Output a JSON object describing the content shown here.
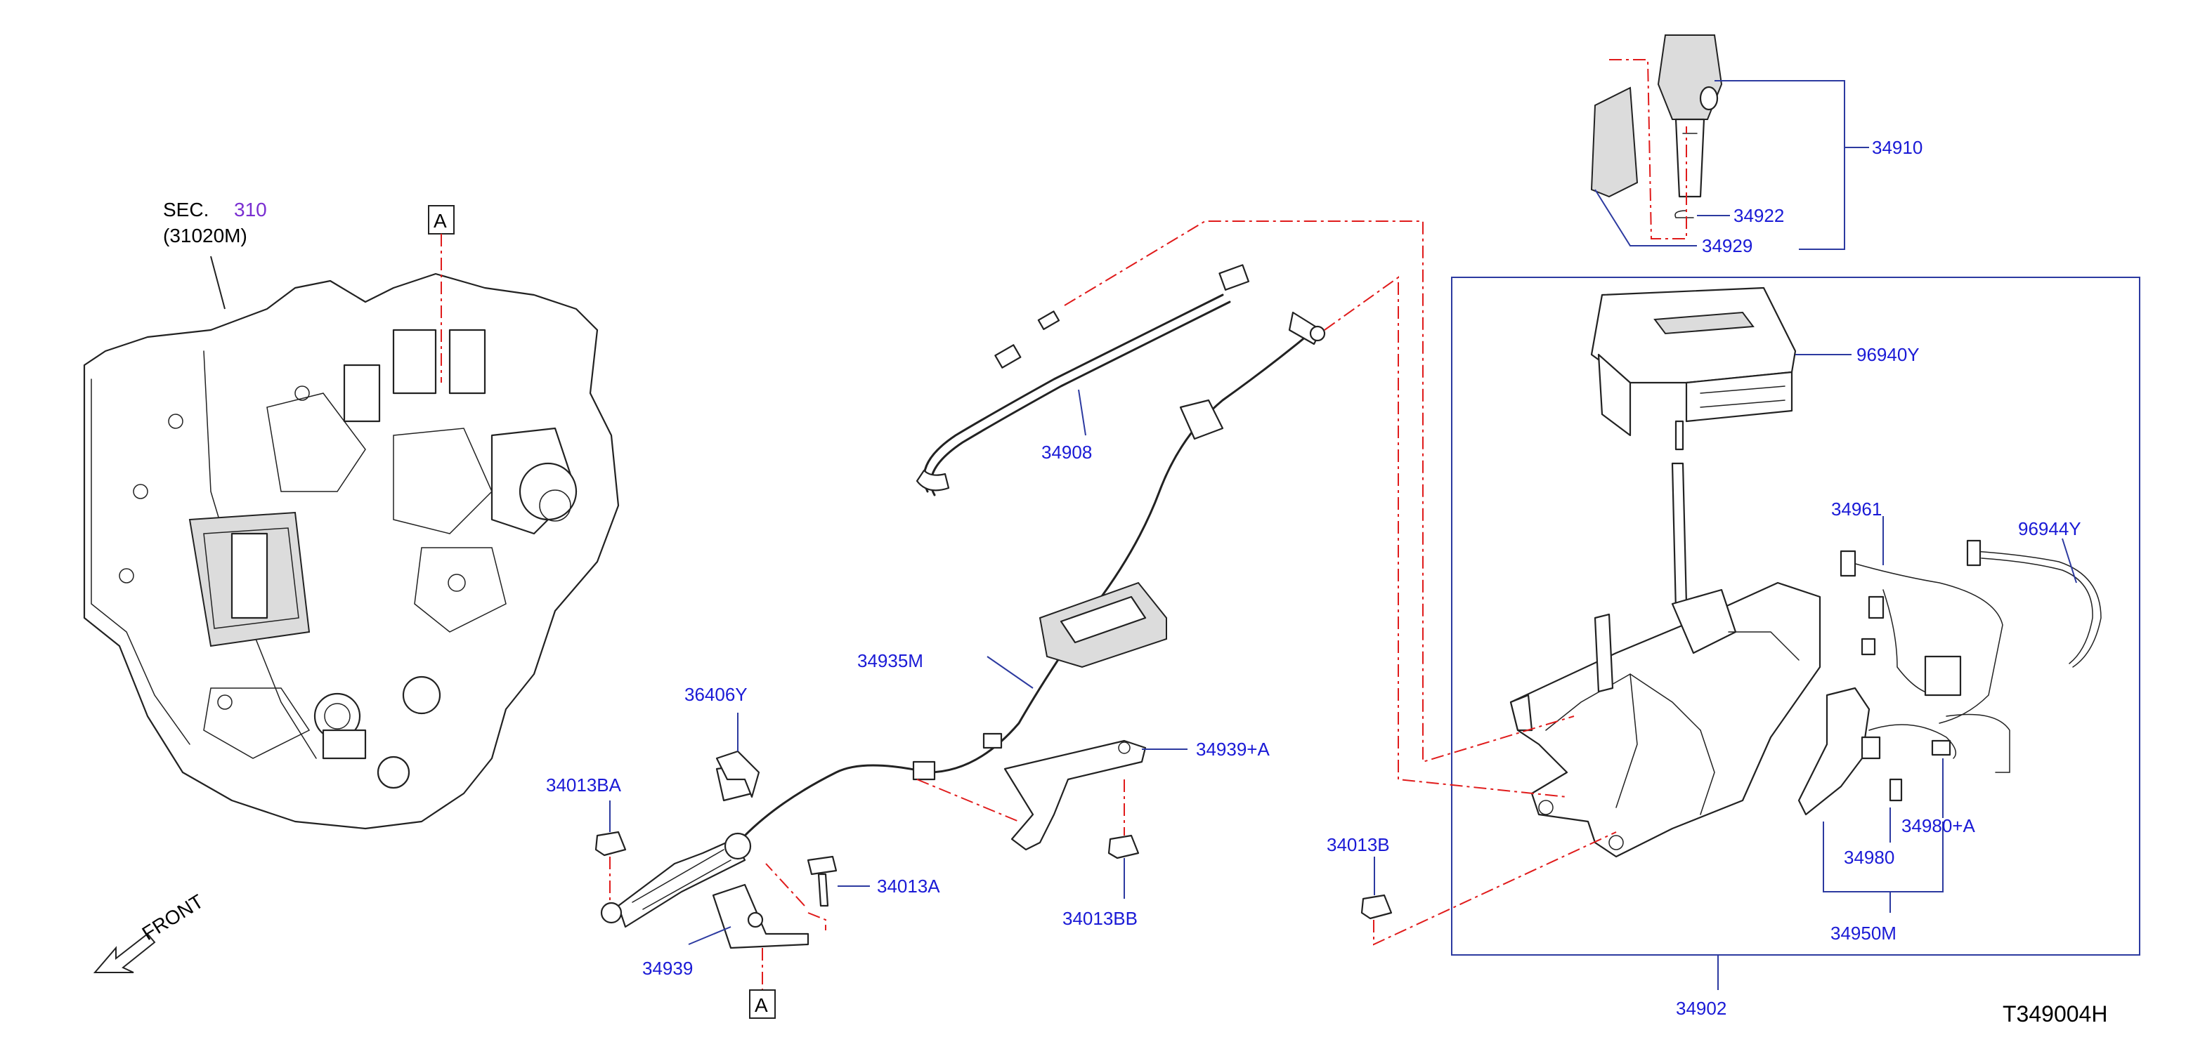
{
  "diagram": {
    "id": "T349004H",
    "section_ref": {
      "prefix": "SEC.",
      "number": "310",
      "code": "(31020M)"
    },
    "ref_mark": "A",
    "front_label": "FRONT",
    "parts": [
      {
        "no": "34910"
      },
      {
        "no": "34922"
      },
      {
        "no": "34929"
      },
      {
        "no": "96940Y"
      },
      {
        "no": "34908"
      },
      {
        "no": "34961"
      },
      {
        "no": "96944Y"
      },
      {
        "no": "34935M"
      },
      {
        "no": "36406Y"
      },
      {
        "no": "34939+A"
      },
      {
        "no": "34013BA"
      },
      {
        "no": "34013A"
      },
      {
        "no": "34013B"
      },
      {
        "no": "34980+A"
      },
      {
        "no": "34980"
      },
      {
        "no": "34013BB"
      },
      {
        "no": "34939"
      },
      {
        "no": "34950M"
      },
      {
        "no": "34902"
      }
    ]
  },
  "colors": {
    "label": "#1a1ad6",
    "leader": "#2c3aa0",
    "chain": "#e01b1b",
    "section_number": "#7a2fd1"
  }
}
